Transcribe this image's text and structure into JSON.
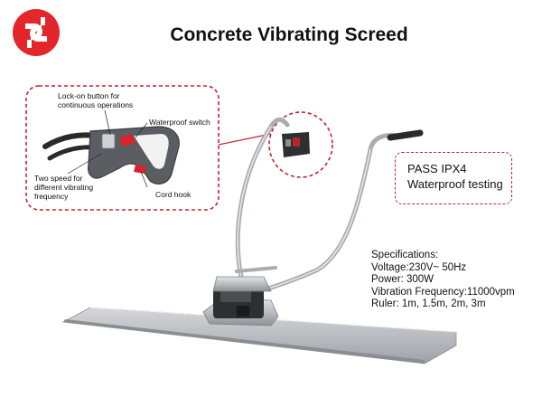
{
  "header": {
    "title": "Concrete Vibrating Screed",
    "logo_icon": "cp-brand-logo",
    "brand_color": "#e2262c"
  },
  "detail_callouts": {
    "lock_on": "Lock-on button for\ncontinuous operations",
    "waterproof_switch": "Waterproof switch",
    "two_speed": "Two speed for\ndifferent vibrating\nfrequency",
    "cord_hook": "Cord hook"
  },
  "badge": {
    "line1": "PASS IPX4",
    "line2": "Waterproof testing"
  },
  "specifications": {
    "heading": "Specifications:",
    "items": [
      "Voltage:230V~ 50Hz",
      "Power: 300W",
      "Vibration Frequency:11000vpm",
      "Ruler: 1m, 1.5m, 2m, 3m"
    ]
  },
  "colors": {
    "dashed_border": "#c0262c",
    "metal": "#b9bcc0",
    "handle_grey": "#5a5d61",
    "trigger_red": "#d8232a"
  }
}
